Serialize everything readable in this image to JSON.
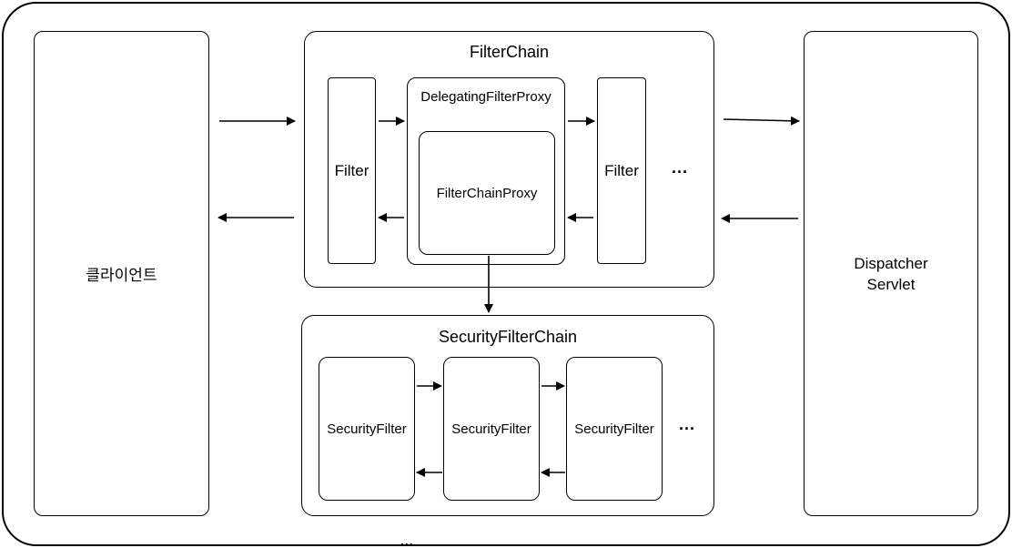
{
  "client": {
    "label": "클라이언트"
  },
  "filter_chain": {
    "title": "FilterChain",
    "filter_left": "Filter",
    "delegating_proxy": "DelegatingFilterProxy",
    "filter_chain_proxy": "FilterChainProxy",
    "filter_right": "Filter",
    "ellipsis": "..."
  },
  "security_filter_chain": {
    "title": "SecurityFilterChain",
    "filters": [
      "SecurityFilter",
      "SecurityFilter",
      "SecurityFilter"
    ],
    "ellipsis": "..."
  },
  "dispatcher": {
    "line1": "Dispatcher",
    "line2": "Servlet"
  },
  "bottom_ellipsis": "..."
}
